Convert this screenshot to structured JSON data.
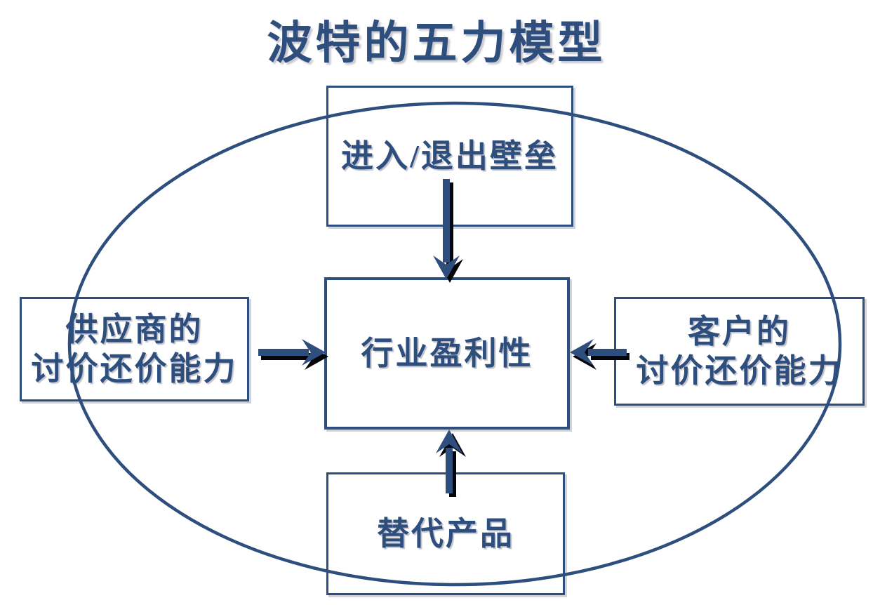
{
  "title": "波特的五力模型",
  "colors": {
    "primary": "#2E4E7E",
    "arrow_fill": "#2E4E7E",
    "arrow_shadow": "#000000",
    "background": "#FFFFFF"
  },
  "nodes": {
    "top": {
      "id": "entry-exit-barriers",
      "label": "进入/退出壁垒"
    },
    "left": {
      "id": "supplier-bargaining-power",
      "lines": [
        "供应商的",
        "讨价还价能力"
      ]
    },
    "center": {
      "id": "industry-profitability",
      "label": "行业盈利性"
    },
    "right": {
      "id": "customer-bargaining-power",
      "lines": [
        "客户的",
        "讨价还价能力"
      ]
    },
    "bottom": {
      "id": "substitute-products",
      "label": "替代产品"
    }
  },
  "edges": [
    {
      "from": "entry-exit-barriers",
      "to": "industry-profitability",
      "direction": "down"
    },
    {
      "from": "supplier-bargaining-power",
      "to": "industry-profitability",
      "direction": "right"
    },
    {
      "from": "customer-bargaining-power",
      "to": "industry-profitability",
      "direction": "left"
    },
    {
      "from": "substitute-products",
      "to": "industry-profitability",
      "direction": "up"
    }
  ]
}
